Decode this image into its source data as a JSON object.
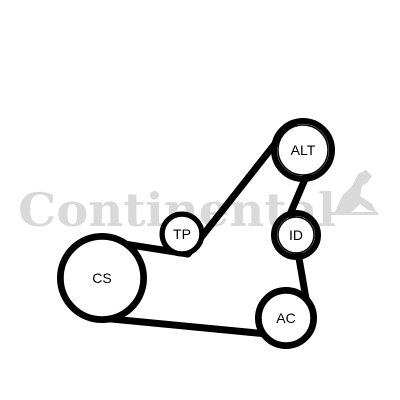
{
  "watermark": {
    "brand_text": "Continental"
  },
  "colors": {
    "belt": "#000000",
    "pulley_fill": "#ffffff",
    "watermark": "#d9d9d9"
  },
  "pulleys": [
    {
      "id": "alt",
      "label": "ALT"
    },
    {
      "id": "tp",
      "label": "TP"
    },
    {
      "id": "id",
      "label": "ID"
    },
    {
      "id": "cs",
      "label": "CS"
    },
    {
      "id": "ac",
      "label": "AC"
    }
  ]
}
